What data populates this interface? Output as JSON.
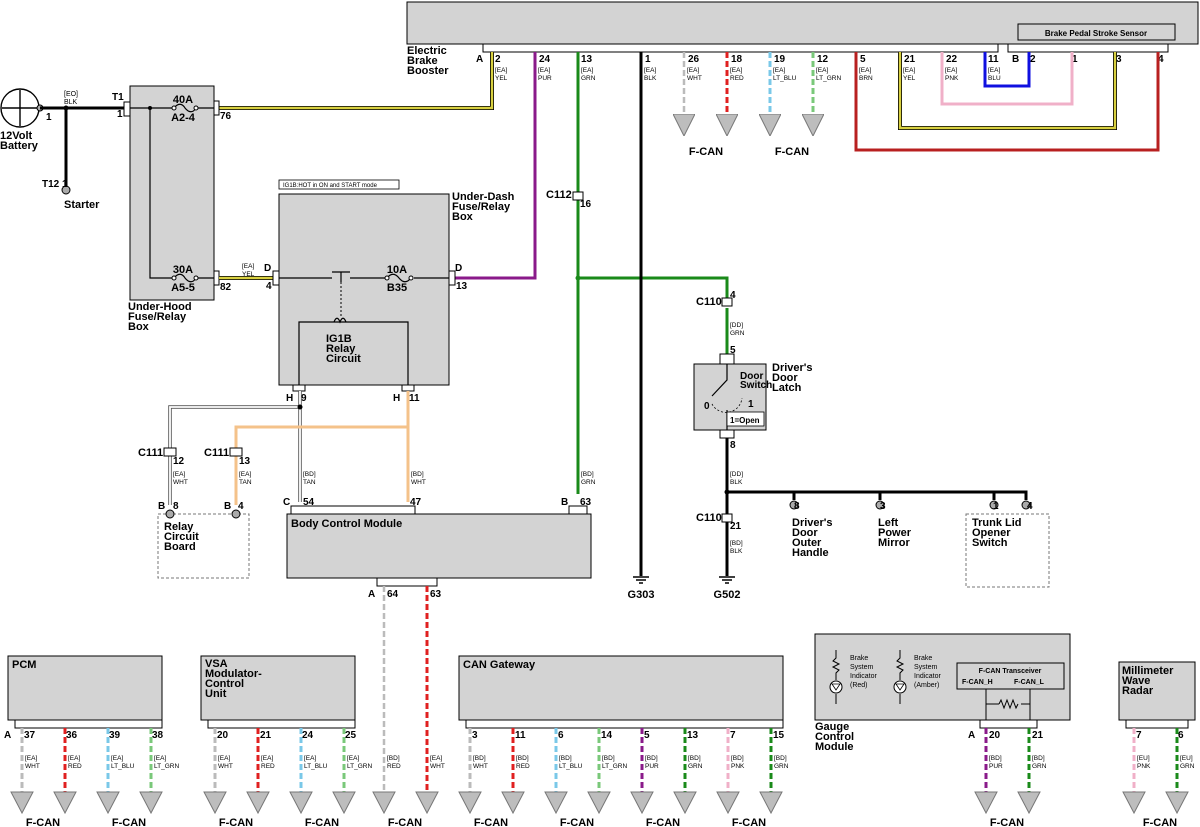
{
  "components": {
    "ebb": {
      "name": "Electric\nBrake\nBooster",
      "conn": "A",
      "pins": [
        "2",
        "24",
        "13",
        "1",
        "26",
        "18",
        "19",
        "12",
        "5",
        "21",
        "22",
        "11"
      ]
    },
    "bpss": {
      "name": "Brake Pedal Stroke Sensor",
      "conn": "B",
      "pins": [
        "2",
        "1",
        "3",
        "4"
      ]
    },
    "battery": {
      "name": "12Volt\nBattery",
      "pin": "1",
      "wire": [
        "[EO]",
        "BLK"
      ]
    },
    "starter": {
      "name": "Starter",
      "conn": "T12",
      "pin": "1"
    },
    "uhfrb": {
      "name": "Under-Hood\nFuse/Relay\nBox",
      "t1": "T1",
      "t1pin": "1",
      "fuse1_amp": "40A",
      "fuse1_id": "A2-4",
      "fuse1_pin": "76",
      "fuse2_amp": "30A",
      "fuse2_id": "A5-5",
      "fuse2_pin": "82"
    },
    "udfrb": {
      "name": "Under-Dash\nFuse/Relay\nBox",
      "note": "IG1B:HOT in ON and START mode",
      "fuse_amp": "10A",
      "fuse_id": "B35",
      "d_in": "D",
      "d_in_pin": "4",
      "d_out": "D",
      "d_out_pin": "13",
      "relay": "IG1B\nRelay\nCircuit",
      "h1": "H",
      "h1pin": "9",
      "h2": "H",
      "h2pin": "11"
    },
    "rcb": {
      "name": "Relay\nCircuit\nBoard",
      "p1conn": "B",
      "p1": "8",
      "p2conn": "B",
      "p2": "4"
    },
    "bcm": {
      "name": "Body Control Module",
      "c": "C",
      "c54": "54",
      "c47": "47",
      "b": "B",
      "b63": "63",
      "a": "A",
      "a64": "64",
      "a63": "63"
    },
    "latch": {
      "name": "Driver's\nDoor\nLatch",
      "sw": "Door\nSwitch",
      "s0": "0",
      "s1": "1",
      "open": "1=Open",
      "p5": "5",
      "p8": "8"
    },
    "handle": {
      "name": "Driver's\nDoor\nOuter\nHandle",
      "pin": "8"
    },
    "mirror": {
      "name": "Left\nPower\nMirror",
      "pin": "3"
    },
    "trunk": {
      "name": "Trunk Lid\nOpener\nSwitch",
      "p1": "1",
      "p2": "4"
    },
    "pcm": {
      "name": "PCM",
      "conn": "A",
      "pins": [
        "37",
        "36",
        "39",
        "38"
      ]
    },
    "vsa": {
      "name": "VSA\nModulator-\nControl\nUnit",
      "pins": [
        "20",
        "21",
        "24",
        "25"
      ]
    },
    "gw": {
      "name": "CAN Gateway",
      "pins": [
        "3",
        "11",
        "6",
        "14",
        "5",
        "13",
        "7",
        "15"
      ]
    },
    "gcm": {
      "name": "Gauge\nControl\nModule",
      "ind1": "Brake\nSystem\nIndicator\n(Red)",
      "ind2": "Brake\nSystem\nIndicator\n(Amber)",
      "xcvr": "F-CAN Transceiver",
      "h": "F-CAN_H",
      "l": "F-CAN_L",
      "conn": "A",
      "pins": [
        "20",
        "21"
      ]
    },
    "mwr": {
      "name": "Millimeter\nWave\nRadar",
      "pins": [
        "7",
        "6"
      ]
    }
  },
  "connectors": {
    "c112": "C112",
    "c112pin": "16",
    "c110a": "C110",
    "c110apin": "4",
    "c111a": "C111",
    "c111apin": "12",
    "c111b": "C111",
    "c111bpin": "13",
    "c110b": "C110",
    "c110bpin": "21"
  },
  "grounds": {
    "g303": "G303",
    "g502": "G502"
  },
  "wires": [
    {
      "id": "w-ebb2",
      "code": "[EA]",
      "color": "YEL"
    },
    {
      "id": "w-ebb24",
      "code": "[EA]",
      "color": "PUR"
    },
    {
      "id": "w-ebb13",
      "code": "[EA]",
      "color": "GRN"
    },
    {
      "id": "w-ebb1",
      "code": "[EA]",
      "color": "BLK"
    },
    {
      "id": "w-ebb26",
      "code": "[EA]",
      "color": "WHT"
    },
    {
      "id": "w-ebb18",
      "code": "[EA]",
      "color": "RED"
    },
    {
      "id": "w-ebb19",
      "code": "[EA]",
      "color": "LT_BLU"
    },
    {
      "id": "w-ebb12",
      "code": "[EA]",
      "color": "LT_GRN"
    },
    {
      "id": "w-ebb5",
      "code": "[EA]",
      "color": "BRN"
    },
    {
      "id": "w-ebb21",
      "code": "[EA]",
      "color": "YEL"
    },
    {
      "id": "w-ebb22",
      "code": "[EA]",
      "color": "PNK"
    },
    {
      "id": "w-ebb11",
      "code": "[EA]",
      "color": "BLU"
    },
    {
      "id": "w-fuse-yel",
      "code": "[EA]",
      "color": "YEL"
    },
    {
      "id": "w-bcm-grn",
      "code": "[BD]",
      "color": "GRN"
    },
    {
      "id": "w-latch-top",
      "code": "[DD]",
      "color": "GRN"
    },
    {
      "id": "w-latch-bot",
      "code": "[DD]",
      "color": "BLK"
    },
    {
      "id": "w-g502",
      "code": "[BD]",
      "color": "BLK"
    },
    {
      "id": "w-c111a",
      "code": "[EA]",
      "color": "WHT"
    },
    {
      "id": "w-c111b",
      "code": "[EA]",
      "color": "TAN"
    },
    {
      "id": "w-bcm54",
      "code": "[BD]",
      "color": "WHT"
    },
    {
      "id": "w-bcm47",
      "code": "[BD]",
      "color": "TAN"
    },
    {
      "id": "w-bcm64",
      "code": "[BD]",
      "color": "WHT"
    },
    {
      "id": "w-bcm63",
      "code": "[BD]",
      "color": "RED"
    },
    {
      "id": "w-pcm37",
      "code": "[EA]",
      "color": "WHT"
    },
    {
      "id": "w-pcm36",
      "code": "[EA]",
      "color": "RED"
    },
    {
      "id": "w-pcm39",
      "code": "[EA]",
      "color": "LT_BLU"
    },
    {
      "id": "w-pcm38",
      "code": "[EA]",
      "color": "LT_GRN"
    },
    {
      "id": "w-vsa20",
      "code": "[EA]",
      "color": "WHT"
    },
    {
      "id": "w-vsa21",
      "code": "[EA]",
      "color": "RED"
    },
    {
      "id": "w-vsa24",
      "code": "[EA]",
      "color": "LT_BLU"
    },
    {
      "id": "w-vsa25",
      "code": "[EA]",
      "color": "LT_GRN"
    },
    {
      "id": "w-gw3",
      "code": "[BD]",
      "color": "WHT"
    },
    {
      "id": "w-gw11",
      "code": "[BD]",
      "color": "RED"
    },
    {
      "id": "w-gw6",
      "code": "[BD]",
      "color": "LT_BLU"
    },
    {
      "id": "w-gw14",
      "code": "[BD]",
      "color": "LT_GRN"
    },
    {
      "id": "w-gw5",
      "code": "[BD]",
      "color": "PUR"
    },
    {
      "id": "w-gw13",
      "code": "[BD]",
      "color": "GRN"
    },
    {
      "id": "w-gw7",
      "code": "[BD]",
      "color": "PNK"
    },
    {
      "id": "w-gw15",
      "code": "[BD]",
      "color": "GRN"
    },
    {
      "id": "w-gcm20",
      "code": "[BD]",
      "color": "PUR"
    },
    {
      "id": "w-gcm21",
      "code": "[BD]",
      "color": "GRN"
    },
    {
      "id": "w-mwr7",
      "code": "[EU]",
      "color": "PNK"
    },
    {
      "id": "w-mwr6",
      "code": "[EU]",
      "color": "GRN"
    }
  ],
  "fcan_label": "F-CAN",
  "colors": {
    "YEL": "#d8d040",
    "PUR": "#8a1a8a",
    "GRN": "#1a8a1a",
    "BLK": "#000000",
    "WHT": "#bbbbbb",
    "RED": "#e02020",
    "LT_BLU": "#7ac8e8",
    "LT_GRN": "#7ac87a",
    "BRN": "#b82020",
    "PNK": "#f0b0c8",
    "BLU": "#1010e0",
    "TAN": "#f4c28a",
    "BOX": "#d3d3d3"
  }
}
